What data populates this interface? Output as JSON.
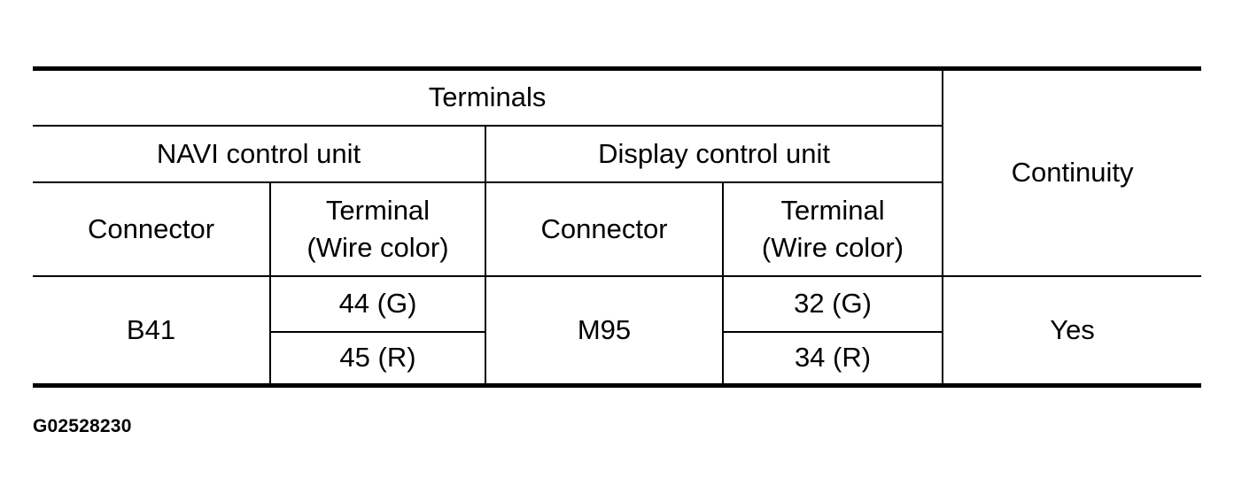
{
  "table": {
    "header": {
      "terminals": "Terminals",
      "continuity": "Continuity",
      "navi_unit": "NAVI control unit",
      "display_unit": "Display control unit",
      "navi_connector": "Connector",
      "navi_terminal_line1": "Terminal",
      "navi_terminal_line2": "(Wire color)",
      "display_connector": "Connector",
      "display_terminal_line1": "Terminal",
      "display_terminal_line2": "(Wire color)"
    },
    "rows": {
      "navi_connector": "B41",
      "navi_terminals": [
        "44 (G)",
        "45 (R)"
      ],
      "display_connector": "M95",
      "display_terminals": [
        "32 (G)",
        "34 (R)"
      ],
      "continuity": "Yes"
    }
  },
  "footer": {
    "figure_id": "G02528230"
  }
}
